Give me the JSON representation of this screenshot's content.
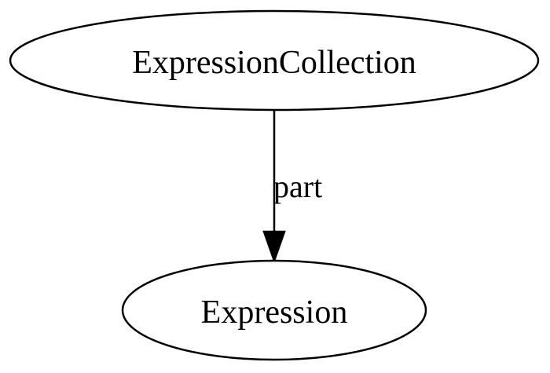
{
  "diagram": {
    "nodes": {
      "top": {
        "label": "ExpressionCollection"
      },
      "bottom": {
        "label": "Expression"
      }
    },
    "edge": {
      "label": "part",
      "from": "ExpressionCollection",
      "to": "Expression"
    },
    "colors": {
      "stroke": "#000000",
      "fill": "#ffffff",
      "text": "#000000"
    }
  }
}
